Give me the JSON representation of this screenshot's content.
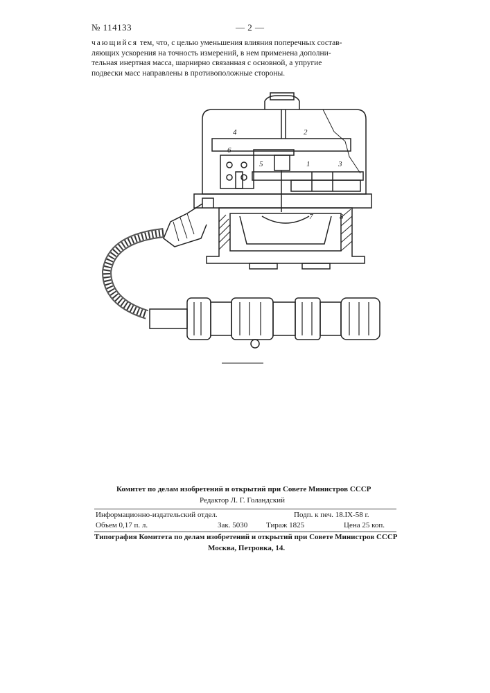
{
  "header": {
    "patent_number": "№ 114133",
    "page_number": "— 2 —"
  },
  "body": {
    "line1_a": "чающийся",
    "line1_b": " тем, что, с целью уменьшения влияния поперечных состав-",
    "line2": "ляющих ускорения на точность измерений, в нем применена дополни-",
    "line3": "тельная инертная масса, шарнирно связанная с основной,   а  упругие",
    "line4": "подвески масс направлены в противоположные стороны."
  },
  "figure": {
    "callouts": [
      "4",
      "2",
      "6",
      "5",
      "1",
      "3",
      "7",
      "8"
    ]
  },
  "imprint": {
    "committee": "Комитет по делам изобретений и открытий при Совете Министров СССР",
    "editor": "Редактор  Л.  Г.  Голандский",
    "publisher_dept": "Информационно-издательский  отдел.",
    "signed_print": "Подп.  к  печ.  18.IX-58  г.",
    "volume": "Объем  0,17  п.  л.",
    "order": "Зак.  5030",
    "circulation": "Тираж  1825",
    "price": "Цена  25  коп.",
    "printer": "Типография Комитета по делам изобретений и открытий при Совете Министров СССР",
    "address": "Москва,  Петровка,  14."
  }
}
